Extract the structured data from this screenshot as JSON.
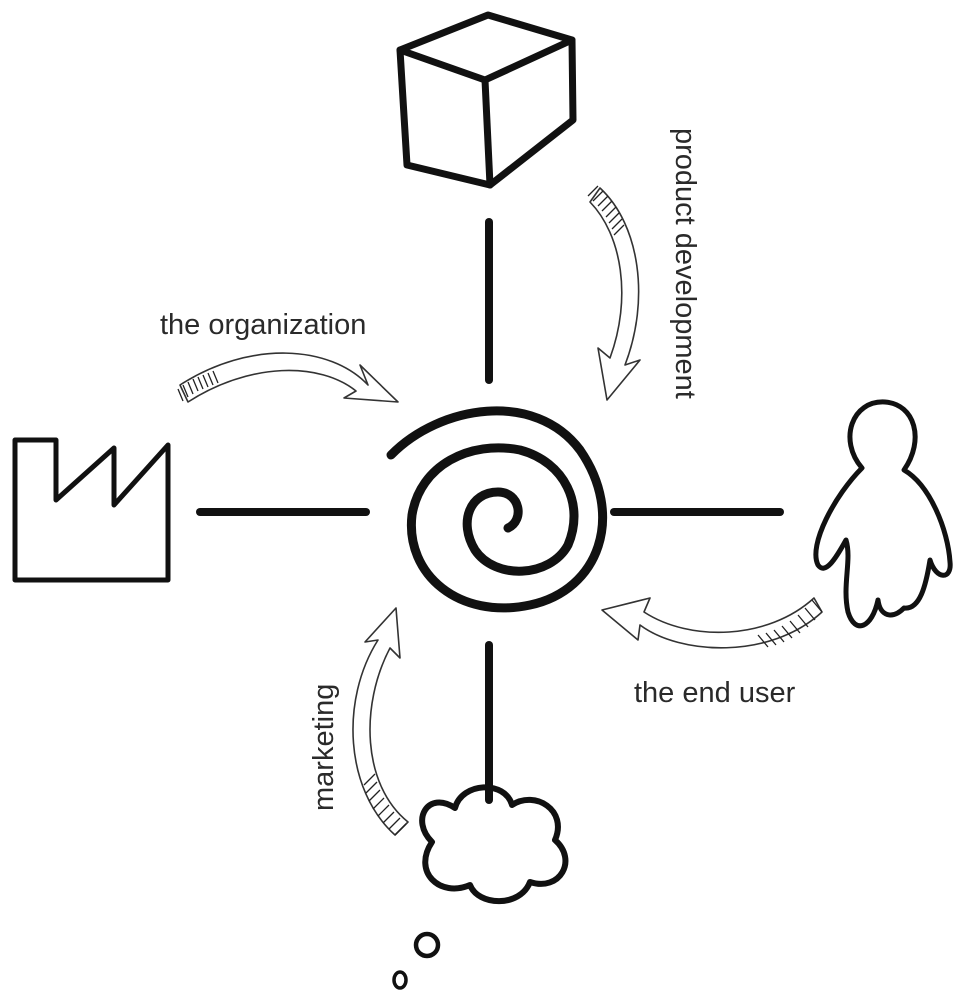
{
  "labels": {
    "organization": "the organization",
    "product_development": "product development",
    "end_user": "the end user",
    "marketing": "marketing"
  },
  "icons": {
    "top": "box-icon",
    "left": "factory-icon",
    "right": "person-icon",
    "bottom": "thought-cloud-icon",
    "center": "spiral-icon"
  },
  "colors": {
    "ink": "#111111",
    "text": "#2a2a2a",
    "background": "#ffffff"
  }
}
